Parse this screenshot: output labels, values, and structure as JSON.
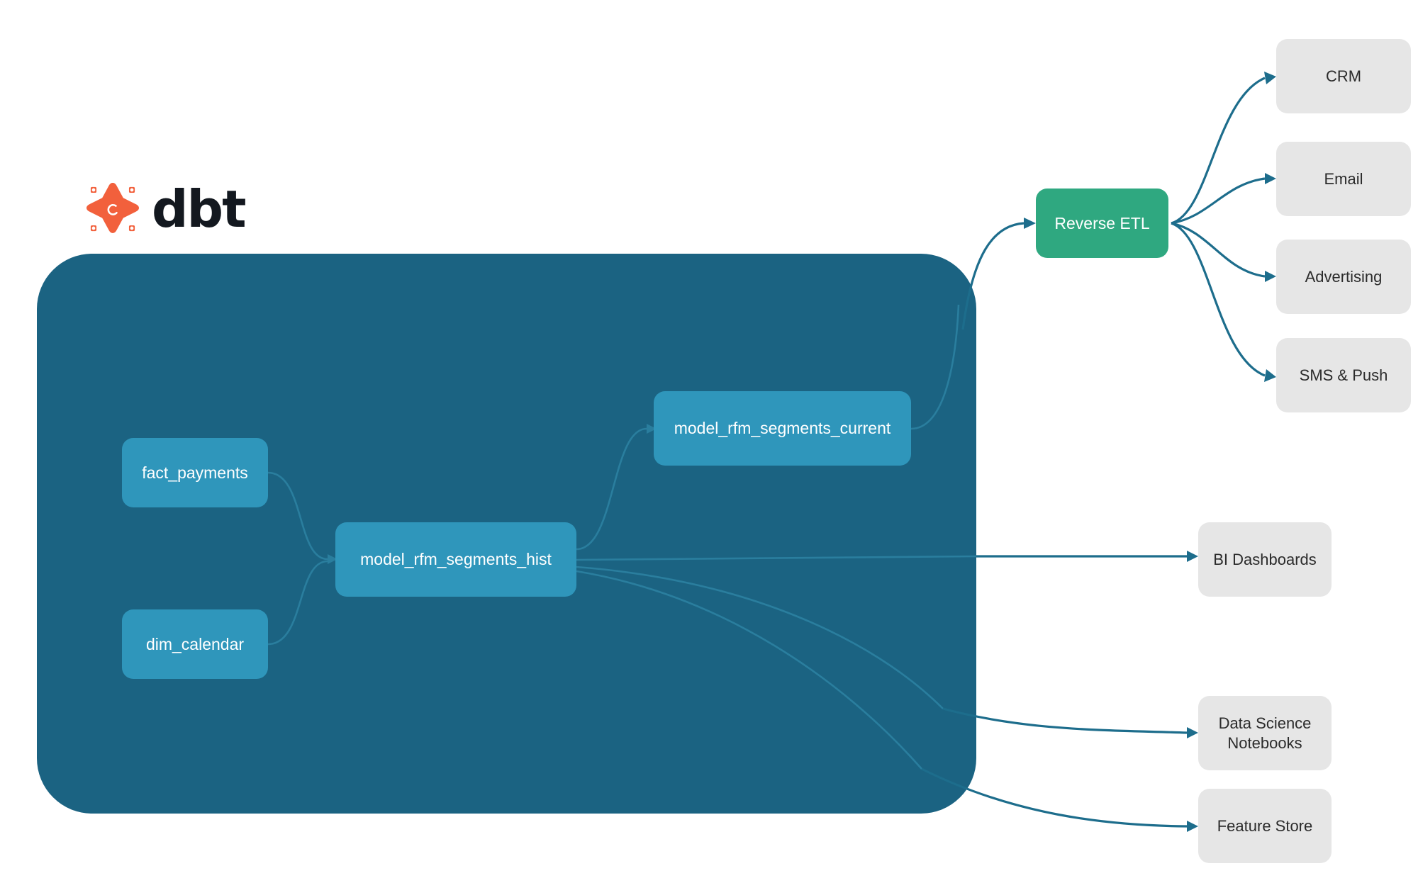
{
  "brand": {
    "name": "dbt",
    "logo_icon": "dbt-logo-icon",
    "logo_color": "#f2603c",
    "wordmark_color": "#13181f"
  },
  "container": {
    "name": "dbt-project-container",
    "color": "#1b6382"
  },
  "colors": {
    "model_node": "#2f96bb",
    "reverse_etl_node": "#2fa880",
    "destination_node": "#e6e6e6",
    "edge_inner": "#2a7e9e",
    "edge_outer": "#1d6d8c",
    "background": "#ffffff"
  },
  "models": [
    {
      "id": "fact_payments",
      "label": "fact_payments"
    },
    {
      "id": "dim_calendar",
      "label": "dim_calendar"
    },
    {
      "id": "model_rfm_segments_hist",
      "label": "model_rfm_segments_hist"
    },
    {
      "id": "model_rfm_segments_current",
      "label": "model_rfm_segments_current"
    }
  ],
  "reverse_etl": {
    "id": "reverse_etl",
    "label": "Reverse ETL"
  },
  "activation_destinations": [
    {
      "id": "crm",
      "label": "CRM"
    },
    {
      "id": "email",
      "label": "Email"
    },
    {
      "id": "advertising",
      "label": "Advertising"
    },
    {
      "id": "sms_push",
      "label": "SMS & Push"
    }
  ],
  "analytics_destinations": [
    {
      "id": "bi_dashboards",
      "label": "BI Dashboards"
    },
    {
      "id": "ds_notebooks",
      "label_line1": "Data Science",
      "label_line2": "Notebooks"
    },
    {
      "id": "feature_store",
      "label": "Feature Store"
    }
  ],
  "edges": [
    {
      "from": "fact_payments",
      "to": "model_rfm_segments_hist"
    },
    {
      "from": "dim_calendar",
      "to": "model_rfm_segments_hist"
    },
    {
      "from": "model_rfm_segments_hist",
      "to": "model_rfm_segments_current"
    },
    {
      "from": "model_rfm_segments_current",
      "to": "reverse_etl"
    },
    {
      "from": "model_rfm_segments_hist",
      "to": "bi_dashboards"
    },
    {
      "from": "model_rfm_segments_hist",
      "to": "ds_notebooks"
    },
    {
      "from": "model_rfm_segments_hist",
      "to": "feature_store"
    },
    {
      "from": "reverse_etl",
      "to": "crm"
    },
    {
      "from": "reverse_etl",
      "to": "email"
    },
    {
      "from": "reverse_etl",
      "to": "advertising"
    },
    {
      "from": "reverse_etl",
      "to": "sms_push"
    }
  ]
}
